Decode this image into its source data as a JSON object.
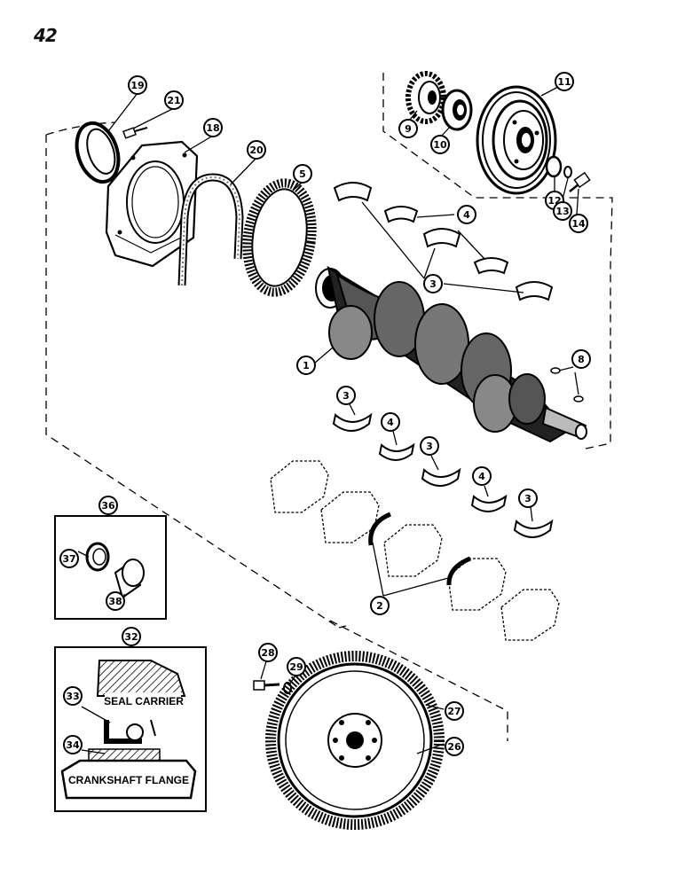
{
  "page_number": "42",
  "callouts": {
    "c19": "19",
    "c21": "21",
    "c18": "18",
    "c20": "20",
    "c5": "5",
    "c9": "9",
    "c10": "10",
    "c11": "11",
    "c12": "12",
    "c13": "13",
    "c14": "14",
    "c4a": "4",
    "c3a": "3",
    "c1": "1",
    "c8": "8",
    "c3b": "3",
    "c4b": "4",
    "c3c": "3",
    "c4c": "4",
    "c3d": "3",
    "c2": "2",
    "c36": "36",
    "c37": "37",
    "c38": "38",
    "c32": "32",
    "c33": "33",
    "c34": "34",
    "c28": "28",
    "c29": "29",
    "c27": "27",
    "c26": "26"
  },
  "labels": {
    "seal_carrier": "SEAL CARRIER",
    "crankshaft_flange": "CRANKSHAFT FLANGE"
  }
}
